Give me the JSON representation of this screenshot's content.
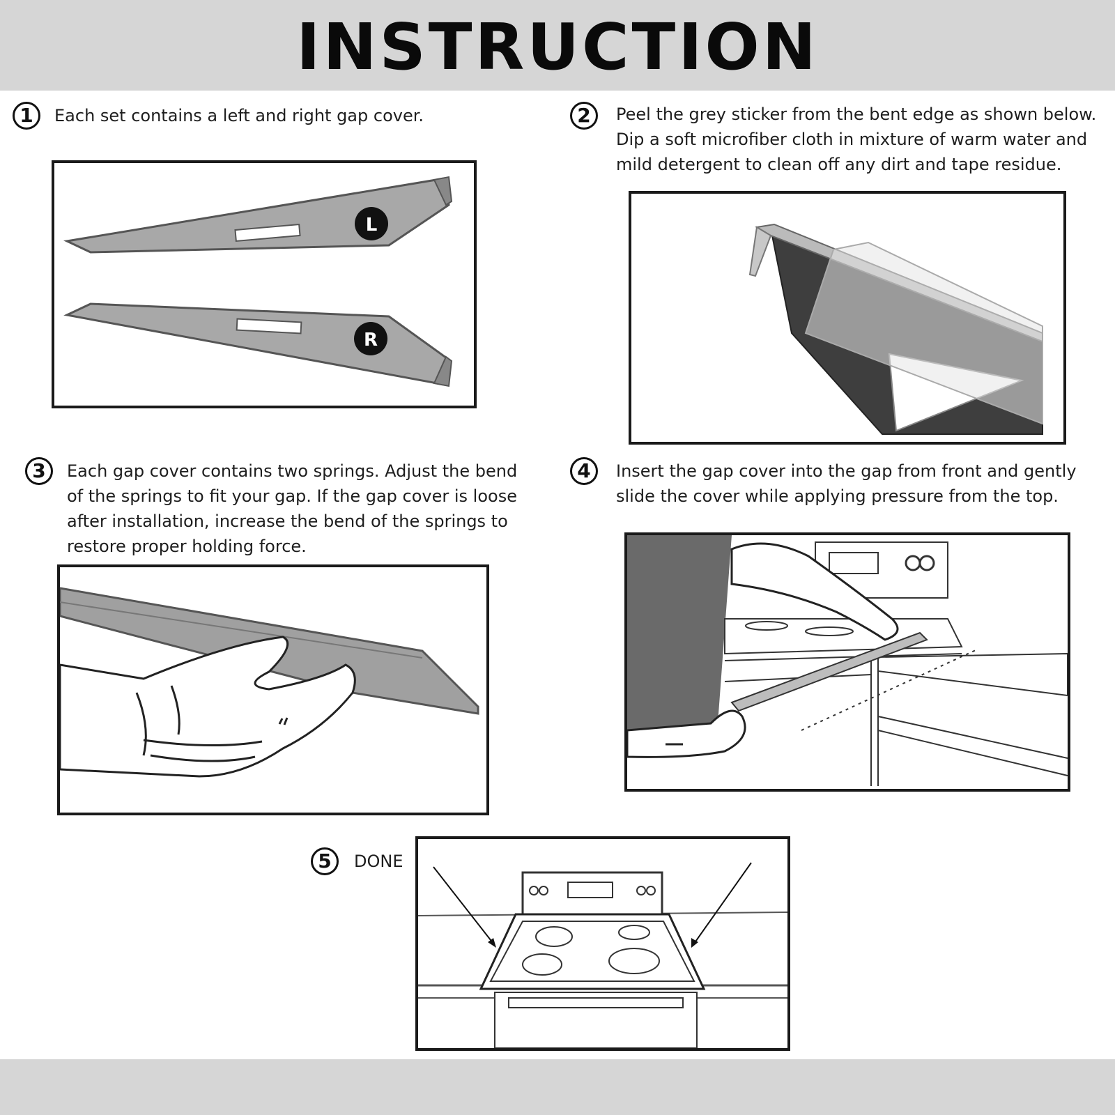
{
  "title": "INSTRUCTION",
  "steps": [
    {
      "num": "1",
      "text": "Each set contains a left and right gap cover."
    },
    {
      "num": "2",
      "lines": [
        "Peel the grey sticker from the bent edge as shown below.",
        "Dip a soft microfiber cloth in  mixture of warm water and",
        "mild detergent to clean  off any dirt and tape residue."
      ]
    },
    {
      "num": "3",
      "lines": [
        "Each gap cover contains two springs. Adjust the bend",
        "of the springs to fit your gap. If the gap cover is loose",
        "after installation, increase the bend of the springs to",
        "restore proper holding force."
      ]
    },
    {
      "num": "4",
      "lines": [
        "Insert the gap cover into the gap from front and gently",
        "slide the cover while applying pressure from the top."
      ]
    },
    {
      "num": "5",
      "text": "DONE"
    }
  ],
  "badges": {
    "left": "L",
    "right": "R"
  },
  "colors": {
    "band": "#d6d6d6",
    "border": "#1a1a1a",
    "steel": "#a8a8a8",
    "steel_dark": "#4a4a4a"
  }
}
